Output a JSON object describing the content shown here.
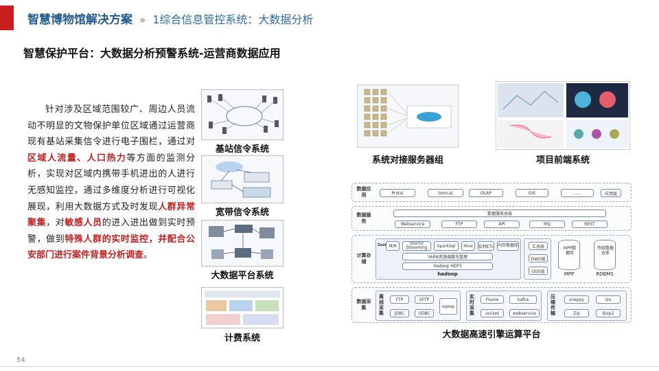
{
  "header": {
    "title": "智慧博物馆解决方案",
    "separator": "»",
    "section": "1综合信息管控系统：大数据分析"
  },
  "subtitle": "智慧保护平台：大数据分析预警系统-运营商数据应用",
  "body": {
    "p1": "针对涉及区域范围较广、周边人员流动不明显的文物保护单位区域通过运营商现有基站采集信令进行电子围栏，通过对",
    "h1": "区域人流量、人口热力",
    "p2": "等方面的监测分析，实现对区域内携带手机进出的人进行无感知监控，通过多维度分析进行可视化展现，利用大数据方式及时发现",
    "h2": "人群异常聚集",
    "p3": "，对",
    "h3": "敏感人员",
    "p4": "的进入进出做到实时预警，做到",
    "h4": "特殊人群的实时监控，并配合公安部门进行案件背景分析调查",
    "p5": "。"
  },
  "cards": [
    {
      "label": "基站信令系统"
    },
    {
      "label": "宽带信令系统"
    },
    {
      "label": "大数据平台系统"
    },
    {
      "label": "计费系统"
    }
  ],
  "server_group": {
    "label": "系统对接服务器组"
  },
  "frontend": {
    "label": "项目前端系统"
  },
  "arch": {
    "caption": "大数据高速引擎运算平台",
    "app_layer": {
      "label": "数据应用",
      "items": [
        "Protal",
        "tomcat",
        "OLAP",
        "GIS",
        "……",
        "应用层"
      ]
    },
    "service_layer": {
      "label": "数据服务",
      "bus": "数据服务总线",
      "items": [
        "Webservice",
        "FTP",
        "API",
        "MQ",
        "REST"
      ]
    },
    "compute_layer": {
      "label": "计算存储",
      "zookeeper": "Zookeeper",
      "top": [
        "M/R",
        "Storm/ Streaming",
        "SparkSql",
        "Hive",
        "实时ETL",
        "内存数据库"
      ],
      "yarn": "YARN资源调度与管理",
      "hdfs": "Hadoop HDFS",
      "hadoop": "hadoop",
      "dw": [
        "汇总层",
        "DWD层",
        "ODS层"
      ],
      "mpp_inner": "MPP数据库",
      "mpp": "MPP",
      "rdb_inner": "传统数据仓库",
      "rdbms": "RDBMS"
    },
    "collect_layer": {
      "label": "数据采集",
      "offline": "离线采集",
      "offline_items": [
        "FTP",
        "SFTP",
        "sqoop",
        "JDBC",
        "ODBC"
      ],
      "realtime": "实时采集",
      "realtime_items": [
        "Flume",
        "kafka",
        "socket",
        "webservice"
      ],
      "compress": "压缩传输",
      "compress_items": [
        "snappy",
        "lzo",
        "Zip",
        "Bzip2"
      ]
    }
  },
  "page_number": "54"
}
